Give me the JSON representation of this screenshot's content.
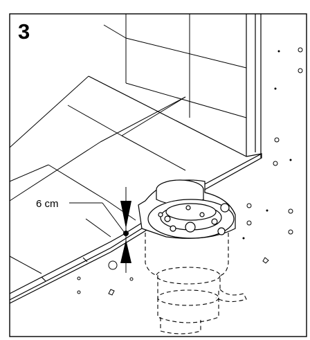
{
  "figure": {
    "step_number": "3",
    "dimension_label": "6 cm",
    "colors": {
      "line": "#000000",
      "background": "#ffffff"
    },
    "elements": [
      "tiled-corner",
      "floor-drain",
      "dimension-arrows",
      "mortar-specks"
    ]
  }
}
